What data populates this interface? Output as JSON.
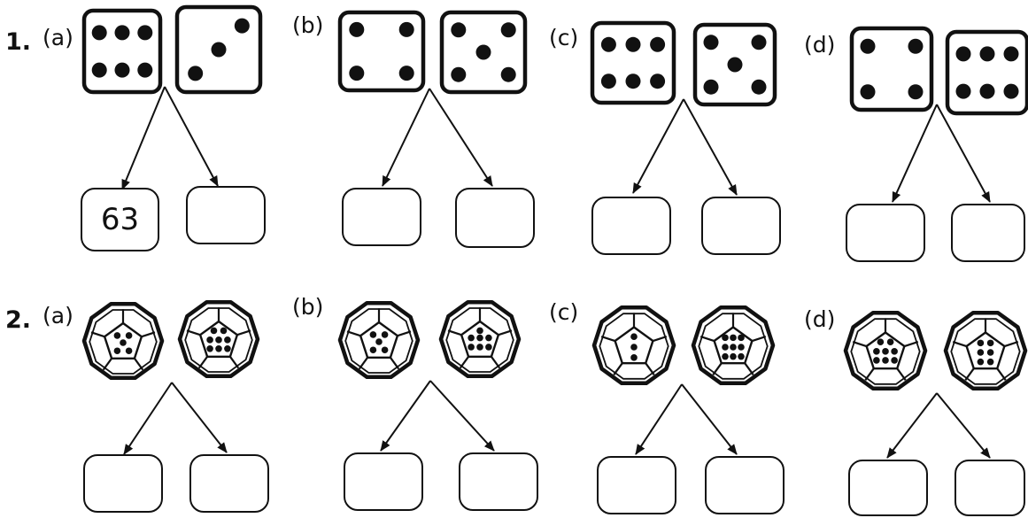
{
  "questions": [
    {
      "number": "1.",
      "parts": [
        {
          "label": "(a)",
          "dice": [
            6,
            3
          ],
          "answers": [
            "63",
            ""
          ]
        },
        {
          "label": "(b)",
          "dice": [
            4,
            5
          ],
          "answers": [
            "",
            ""
          ]
        },
        {
          "label": "(c)",
          "dice": [
            6,
            5
          ],
          "answers": [
            "",
            ""
          ]
        },
        {
          "label": "(d)",
          "dice": [
            4,
            6
          ],
          "answers": [
            "",
            ""
          ]
        }
      ]
    },
    {
      "number": "2.",
      "parts": [
        {
          "label": "(a)",
          "dice": [
            5,
            8
          ],
          "answers": [
            "",
            ""
          ]
        },
        {
          "label": "(b)",
          "dice": [
            5,
            7
          ],
          "answers": [
            "",
            ""
          ]
        },
        {
          "label": "(c)",
          "dice": [
            3,
            9
          ],
          "answers": [
            "",
            ""
          ]
        },
        {
          "label": "(d)",
          "dice": [
            8,
            6
          ],
          "answers": [
            "",
            ""
          ]
        }
      ]
    }
  ]
}
